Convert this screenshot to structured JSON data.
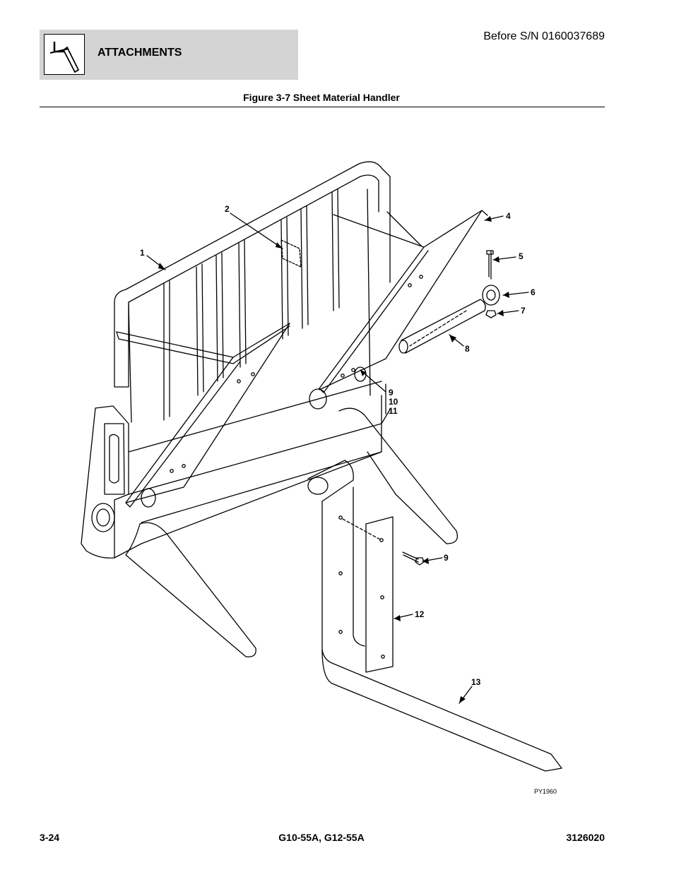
{
  "header": {
    "section_title": "ATTACHMENTS",
    "icon": "attachment-hook-icon",
    "serial_note": "Before S/N 0160037689"
  },
  "figure": {
    "title": "Figure 3-7 Sheet Material Handler",
    "drawing_code": "PY1960",
    "callouts": {
      "c1": "1",
      "c2": "2",
      "c4": "4",
      "c5": "5",
      "c6": "6",
      "c7": "7",
      "c8": "8",
      "c9a": "9",
      "c10": "10",
      "c11": "11",
      "c9b": "9",
      "c12": "12",
      "c13": "13"
    }
  },
  "footer": {
    "page_number": "3-24",
    "models": "G10-55A, G12-55A",
    "doc_number": "3126020"
  }
}
